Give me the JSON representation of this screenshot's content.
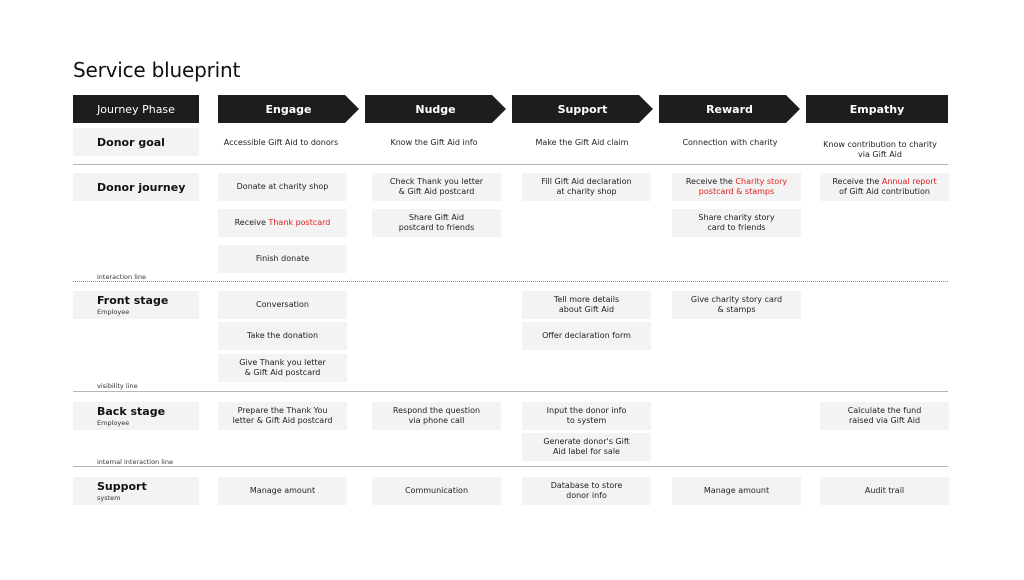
{
  "title": "Service blueprint",
  "phase_label": "Journey Phase",
  "phases": [
    "Engage",
    "Nudge",
    "Support",
    "Reward",
    "Empathy"
  ],
  "rows": {
    "donor_goal": {
      "label": "Donor goal"
    },
    "donor_journey": {
      "label": "Donor journey"
    },
    "front_stage": {
      "label": "Front stage",
      "sub": "Employee"
    },
    "back_stage": {
      "label": "Back stage",
      "sub": "Employee"
    },
    "support": {
      "label": "Support",
      "sub": "system"
    }
  },
  "lines": {
    "interaction": "interaction line",
    "visibility": "visibility line",
    "internal": "internal interaction line"
  },
  "goal": {
    "engage": "Accessible Gift Aid to donors",
    "nudge": "Know the Gift Aid info",
    "support": "Make the Gift Aid claim",
    "reward": "Connection with charity",
    "empathy": "Know contribution to charity\nvia Gift Aid"
  },
  "journey": {
    "engage_1": "Donate at charity shop",
    "engage_2_pre": "Receive ",
    "engage_2_hl": "Thank  postcard",
    "engage_3": "Finish donate",
    "nudge_1": "Check Thank you letter\n& Gift Aid postcard",
    "nudge_2": "Share Gift Aid\npostcard to friends",
    "support_1": "Fill Gift Aid declaration\nat charity shop",
    "reward_1_pre": "Receive the ",
    "reward_1_hl1": "Charity story",
    "reward_1_hl2": "postcard & stamps",
    "reward_2": "Share charity story\ncard to friends",
    "empathy_1_pre": "Receive the ",
    "empathy_1_hl": "Annual report",
    "empathy_1_post": "of Gift Aid contribution"
  },
  "front": {
    "engage_1": "Conversation",
    "engage_2": "Take the donation",
    "engage_3": "Give Thank you letter\n& Gift Aid postcard",
    "support_1": "Tell more details\nabout Gift Aid",
    "support_2": "Offer declaration form",
    "reward_1": "Give charity story card\n& stamps"
  },
  "back": {
    "engage_1": "Prepare the Thank You\nletter & Gift Aid postcard",
    "nudge_1": "Respond the question\nvia phone call",
    "support_1": "Input the donor info\nto system",
    "support_2": "Generate donor's Gift\nAid label for sale",
    "empathy_1": "Calculate the fund\nraised via Gift Aid"
  },
  "sys": {
    "engage_1": "Manage amount",
    "nudge_1": "Communication",
    "support_1": "Database to store\ndonor info",
    "reward_1": "Manage amount",
    "empathy_1": "Audit trail"
  },
  "colors": {
    "header": "#1d1d1d",
    "cell": "#f3f3f3",
    "highlight": "#e02020"
  }
}
